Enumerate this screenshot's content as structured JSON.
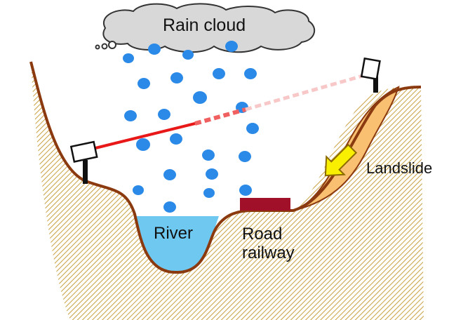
{
  "labels": {
    "cloud": "Rain cloud",
    "river": "River",
    "road_line1": "Road",
    "road_line2": "railway",
    "landslide": "Landslide"
  },
  "colors": {
    "ground_hatch": "#c8a040",
    "ground_outline": "#8b3a10",
    "water": "#6ec8f0",
    "raindrop": "#2b8ae8",
    "cloud_fill": "#d8d8d8",
    "cloud_stroke": "#333333",
    "beam_solid": "#e81818",
    "beam_faded": "#f8c8c8",
    "landslide_fill": "#f8c070",
    "arrow_fill": "#f8f000",
    "road_block": "#a01028"
  },
  "icons": {
    "arrow": "down-left-arrow",
    "sensors": "camera-on-post"
  }
}
